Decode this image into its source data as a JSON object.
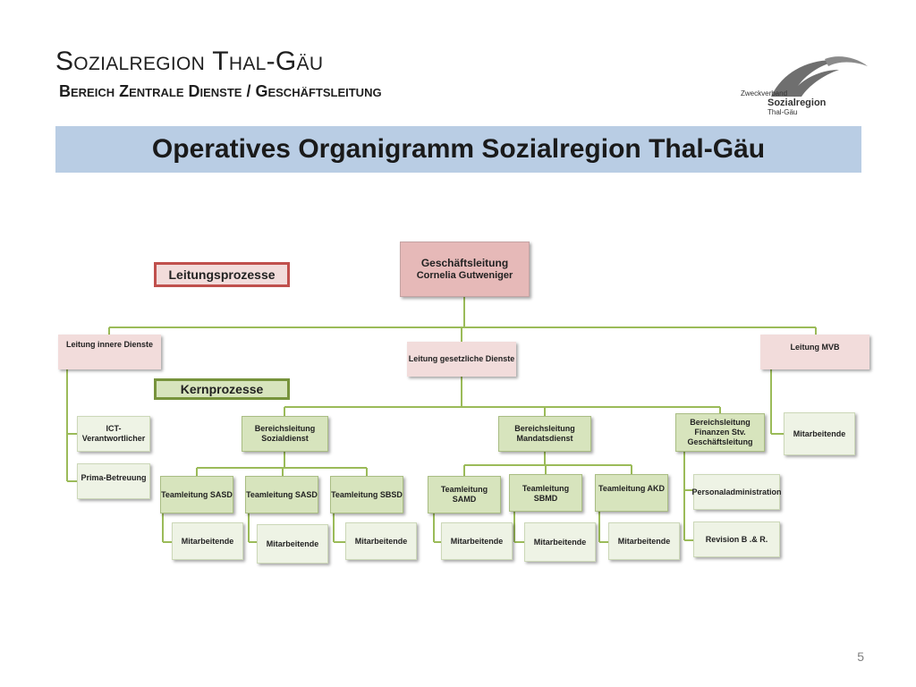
{
  "header": {
    "title": "Sozialregion Thal-Gäu",
    "subtitle": "Bereich Zentrale Dienste / Geschäftsleitung"
  },
  "logo": {
    "line1": "Zweckverband",
    "line2": "Sozialregion",
    "line3": "Thal-Gäu"
  },
  "banner": {
    "title": "Operatives Organigramm Sozialregion Thal-Gäu"
  },
  "legend": {
    "leitungsprozesse": "Leitungsprozesse",
    "kernprozesse": "Kernprozesse"
  },
  "org": {
    "top": {
      "line1": "Geschäftsleitung",
      "line2": "Cornelia Gutweniger"
    },
    "innere": "Leitung innere Dienste",
    "gesetzliche": "Leitung gesetzliche Dienste",
    "mvb": "Leitung MVB",
    "ict": "ICT-Verantwortlicher",
    "prima": "Prima-Betreuung",
    "mvb_staff": "Mitarbeitende",
    "sozial": "Bereichsleitung Sozialdienst",
    "mandat": "Bereichsleitung Mandatsdienst",
    "finanzen": "Bereichsleitung Finanzen Stv. Geschäftsleitung",
    "teams": [
      {
        "lead": "Teamleitung SASD",
        "staff": "Mitarbeitende"
      },
      {
        "lead": "Teamleitung SASD",
        "staff": "Mitarbeitende"
      },
      {
        "lead": "Teamleitung SBSD",
        "staff": "Mitarbeitende"
      },
      {
        "lead": "Teamleitung SAMD",
        "staff": "Mitarbeitende"
      },
      {
        "lead": "Teamleitung SBMD",
        "staff": "Mitarbeitende"
      },
      {
        "lead": "Teamleitung AKD",
        "staff": "Mitarbeitende"
      }
    ],
    "personal": "Personaladministration",
    "revision": "Revision B .& R."
  },
  "page_number": "5",
  "colors": {
    "banner": "#b9cde4",
    "leitung_border": "#c0504d",
    "kern_border": "#77933c",
    "connector": "#9bbb59"
  }
}
